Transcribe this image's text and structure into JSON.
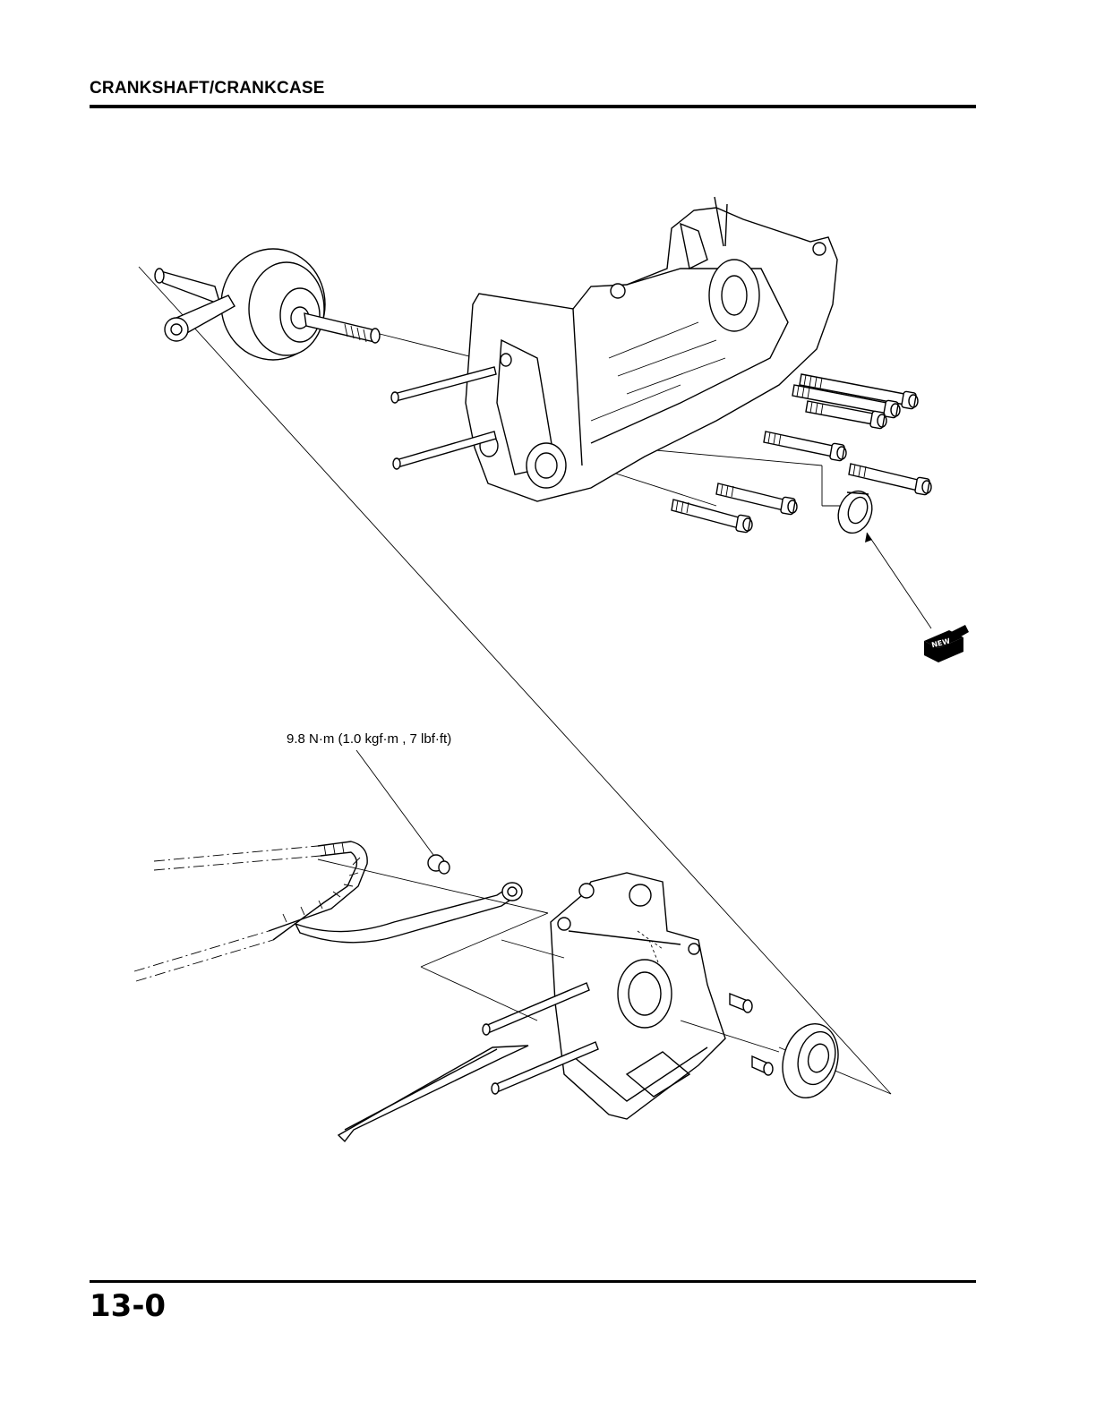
{
  "header": {
    "section_title": "CRANKSHAFT/CRANKCASE"
  },
  "diagram": {
    "torque_spec": "9.8 N·m (1.0 kgf·m , 7 lbf·ft)",
    "new_part_icon_text": "NEW",
    "icons": [
      "new-part-icon"
    ]
  },
  "footer": {
    "page_number": "13-0"
  }
}
